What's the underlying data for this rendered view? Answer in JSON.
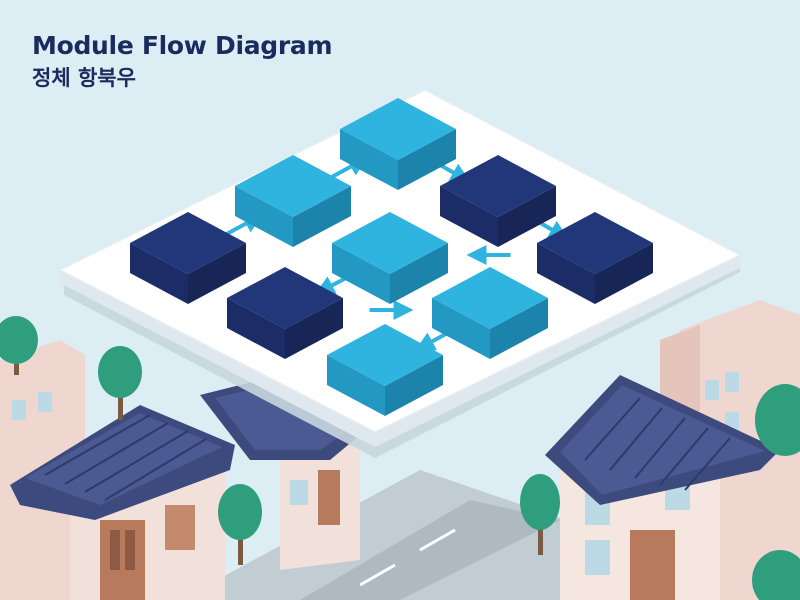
{
  "diagram": {
    "title": "Module Flow Diagram",
    "subtitle": "정체 항북우"
  },
  "colors": {
    "background": "#dcedf3",
    "title_text": "#1a2b5e",
    "module_dark": "#22377a",
    "module_light": "#2fb3df",
    "platform": "#ffffff",
    "roof": "#3d4a7d",
    "tree": "#2f9e7c",
    "road": "#b8c3cb"
  },
  "modules": [
    {
      "id": "m1",
      "tone": "dark"
    },
    {
      "id": "m2",
      "tone": "light"
    },
    {
      "id": "m3",
      "tone": "light"
    },
    {
      "id": "m4",
      "tone": "dark"
    },
    {
      "id": "m5",
      "tone": "dark"
    },
    {
      "id": "m6",
      "tone": "light"
    },
    {
      "id": "m7",
      "tone": "dark"
    },
    {
      "id": "m8",
      "tone": "light"
    },
    {
      "id": "m9",
      "tone": "light"
    },
    {
      "id": "m10",
      "tone": "dark"
    }
  ],
  "connections": [
    {
      "from": "m1",
      "to": "m2"
    },
    {
      "from": "m2",
      "to": "m3"
    },
    {
      "from": "m3",
      "to": "m4"
    },
    {
      "from": "m4",
      "to": "m5"
    },
    {
      "from": "m5",
      "to": "m6"
    },
    {
      "from": "m6",
      "to": "m7"
    },
    {
      "from": "m7",
      "to": "m8"
    },
    {
      "from": "m8",
      "to": "m9"
    },
    {
      "from": "m9",
      "to": "m10"
    }
  ]
}
